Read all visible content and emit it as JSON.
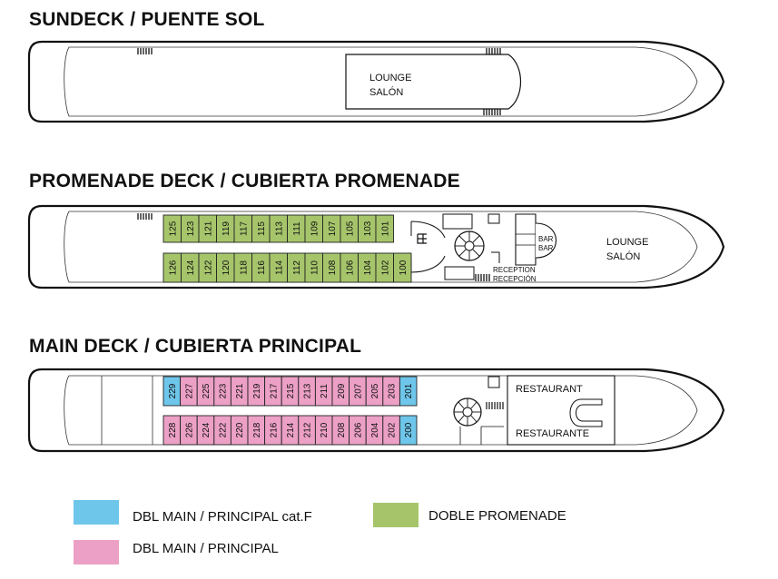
{
  "decks": {
    "sun": {
      "title": "SUNDECK / PUENTE SOL",
      "lounge": [
        "LOUNGE",
        "SALÓN"
      ]
    },
    "promenade": {
      "title": "PROMENADE DECK / CUBIERTA PROMENADE",
      "top_cabins": [
        "125",
        "123",
        "121",
        "119",
        "117",
        "115",
        "113",
        "111",
        "109",
        "107",
        "105",
        "103",
        "101"
      ],
      "bottom_cabins": [
        "126",
        "124",
        "122",
        "120",
        "118",
        "116",
        "114",
        "112",
        "110",
        "108",
        "106",
        "104",
        "102",
        "100"
      ],
      "bar": [
        "BAR",
        "BAR"
      ],
      "reception": [
        "RECEPTION",
        "RECEPCIÓN"
      ],
      "lounge": [
        "LOUNGE",
        "SALÓN"
      ]
    },
    "main": {
      "title": "MAIN DECK / CUBIERTA PRINCIPAL",
      "top_cabins": [
        "229",
        "227",
        "225",
        "223",
        "221",
        "219",
        "217",
        "215",
        "213",
        "211",
        "209",
        "207",
        "205",
        "203",
        "201"
      ],
      "top_types": [
        "F",
        "M",
        "M",
        "M",
        "M",
        "M",
        "M",
        "M",
        "M",
        "M",
        "M",
        "M",
        "M",
        "M",
        "F"
      ],
      "bottom_cabins": [
        "228",
        "226",
        "224",
        "222",
        "220",
        "218",
        "216",
        "214",
        "212",
        "210",
        "208",
        "206",
        "204",
        "202",
        "200"
      ],
      "bottom_types": [
        "M",
        "M",
        "M",
        "M",
        "M",
        "M",
        "M",
        "M",
        "M",
        "M",
        "M",
        "M",
        "M",
        "M",
        "F"
      ],
      "restaurant": [
        "RESTAURANT",
        "RESTAURANTE"
      ]
    }
  },
  "colors": {
    "F": "#6ec6ea",
    "M": "#eca0c6",
    "P": "#a6c56b"
  },
  "legend": {
    "main_f": "DBL MAIN / PRINCIPAL cat.F",
    "main": "DBL MAIN / PRINCIPAL",
    "promenade": "DOBLE PROMENADE"
  }
}
